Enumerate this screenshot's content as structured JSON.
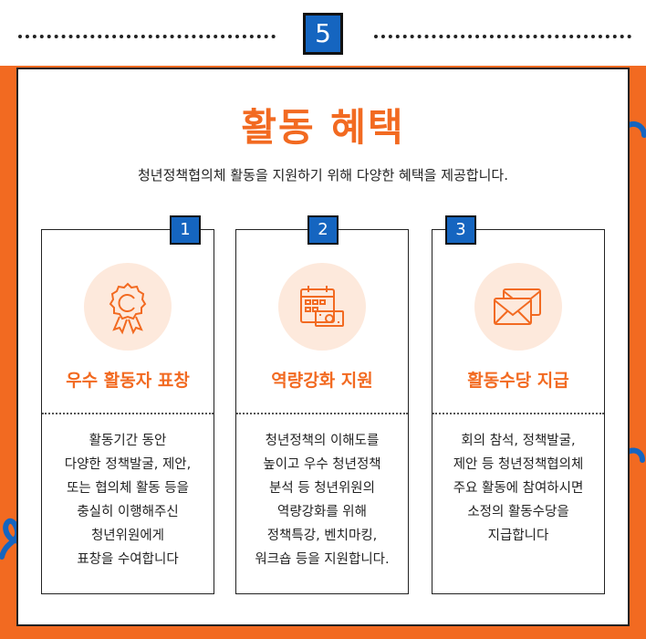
{
  "section_number": "5",
  "title": "활동 혜택",
  "subtitle": "청년정책협의체 활동을 지원하기 위해 다양한 혜택을 제공합니다.",
  "colors": {
    "accent": "#f26a21",
    "number_box": "#1565c0",
    "icon_bg": "#fde9dc",
    "deco": "#1565c0"
  },
  "cards": [
    {
      "number": "1",
      "icon": "award-icon",
      "title": "우수 활동자 표창",
      "lines": [
        "활동기간 동안",
        "다양한 정책발굴, 제안,",
        "또는 협의체 활동 등을",
        "충실히 이행해주신",
        "청년위원에게",
        "표창을 수여합니다"
      ]
    },
    {
      "number": "2",
      "icon": "calendar-money-icon",
      "title": "역량강화 지원",
      "lines": [
        "청년정책의 이해도를",
        "높이고 우수 청년정책",
        "분석 등 청년위원의",
        "역량강화를 위해",
        "정책특강, 벤치마킹,",
        "워크숍 등을 지원합니다."
      ]
    },
    {
      "number": "3",
      "icon": "envelope-icon",
      "title": "활동수당 지급",
      "lines": [
        "회의 참석, 정책발굴,",
        "제안 등 청년정책협의체",
        "주요 활동에  참여하시면",
        "소정의  활동수당을",
        "지급합니다"
      ]
    }
  ]
}
